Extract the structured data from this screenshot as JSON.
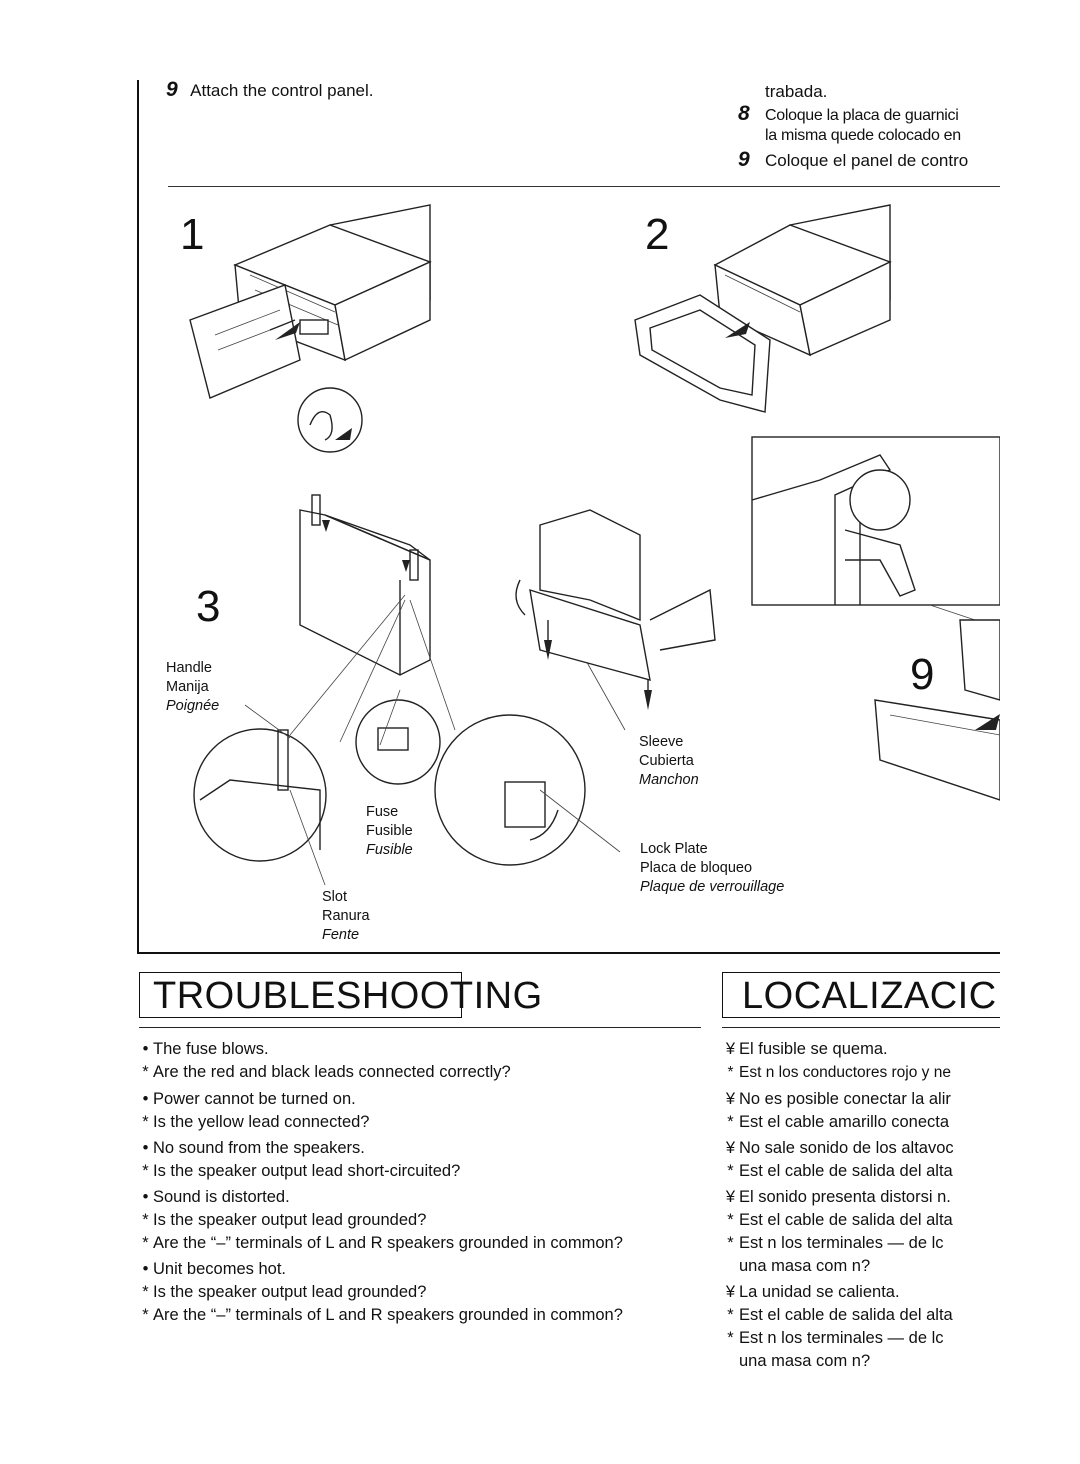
{
  "top_left": {
    "step": "9",
    "text": "Attach the control panel."
  },
  "top_right": {
    "line0": "trabada.",
    "steps": [
      {
        "num": "8",
        "text": "Coloque la placa de guarnici"
      },
      {
        "num": "",
        "text": "la misma quede colocado en"
      },
      {
        "num": "9",
        "text": "Coloque el panel de contro"
      }
    ]
  },
  "figures": {
    "f1": "1",
    "f2": "2",
    "f3": "3",
    "f9": "9"
  },
  "labels": {
    "handle": [
      "Handle",
      "Manija",
      "Poignée"
    ],
    "fuse": [
      "Fuse",
      "Fusible",
      "Fusible"
    ],
    "slot": [
      "Slot",
      "Ranura",
      "Fente"
    ],
    "sleeve": [
      "Sleeve",
      "Cubierta",
      "Manchon"
    ],
    "lockplate": [
      "Lock Plate",
      "Placa de bloqueo",
      "Plaque de verrouillage"
    ]
  },
  "troubleshooting": {
    "title": "TROUBLESHOOTING",
    "items": [
      {
        "m": "•",
        "t": "The fuse blows."
      },
      {
        "m": "*",
        "t": "Are the red and black leads connected correctly?"
      },
      {
        "m": "•",
        "t": "Power cannot be turned on."
      },
      {
        "m": "*",
        "t": "Is the yellow lead connected?"
      },
      {
        "m": "•",
        "t": "No sound from the speakers."
      },
      {
        "m": "*",
        "t": "Is the speaker output lead short-circuited?"
      },
      {
        "m": "•",
        "t": "Sound is distorted."
      },
      {
        "m": "*",
        "t": "Is the speaker output lead grounded?"
      },
      {
        "m": "*",
        "t": "Are the “–” terminals of L and R speakers grounded in common?"
      },
      {
        "m": "•",
        "t": "Unit becomes hot."
      },
      {
        "m": "*",
        "t": "Is the speaker output lead grounded?"
      },
      {
        "m": "*",
        "t": "Are the “–” terminals of L and R speakers grounded in common?"
      }
    ]
  },
  "localizacion": {
    "title": "LOCALIZACIC",
    "items": [
      {
        "m": "¥",
        "t": "El fusible se quema."
      },
      {
        "m": "*",
        "t": "Est n los conductores rojo y ne"
      },
      {
        "m": "¥",
        "t": "No es posible conectar la alir"
      },
      {
        "m": "*",
        "t": "Est  el cable amarillo conecta"
      },
      {
        "m": "¥",
        "t": "No sale sonido de los altavoc"
      },
      {
        "m": "*",
        "t": "Est  el cable de salida del alta"
      },
      {
        "m": "¥",
        "t": "El sonido presenta distorsi n."
      },
      {
        "m": "*",
        "t": "Est  el cable de salida del alta"
      },
      {
        "m": "*",
        "t": "Est n los terminales  — de lc"
      },
      {
        "m": "",
        "t": "una masa com n?"
      },
      {
        "m": "¥",
        "t": "La unidad se calienta."
      },
      {
        "m": "*",
        "t": "Est  el cable de salida del alta"
      },
      {
        "m": "*",
        "t": "Est n los terminales  — de lc"
      },
      {
        "m": "",
        "t": "una masa com n?"
      }
    ]
  }
}
